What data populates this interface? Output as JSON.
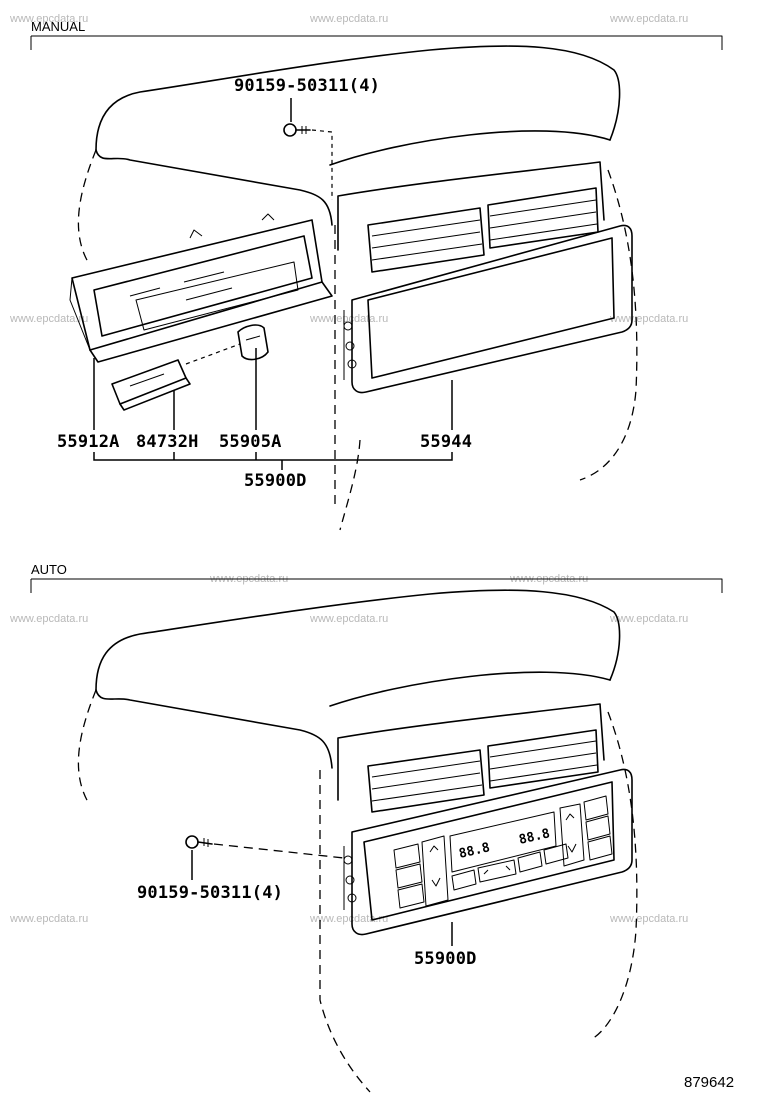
{
  "watermark": "www.epcdata.ru",
  "sections": {
    "manual": "MANUAL",
    "auto": "AUTO"
  },
  "manual_labels": {
    "screw": "90159-50311(4)",
    "p1": "55912A",
    "p2": "84732H",
    "p3": "55905A",
    "p4": "55944",
    "assembly": "55900D"
  },
  "auto_labels": {
    "screw": "90159-50311(4)",
    "assembly": "55900D",
    "display_left": "88.8",
    "display_right": "88.8"
  },
  "figure_number": "879642"
}
